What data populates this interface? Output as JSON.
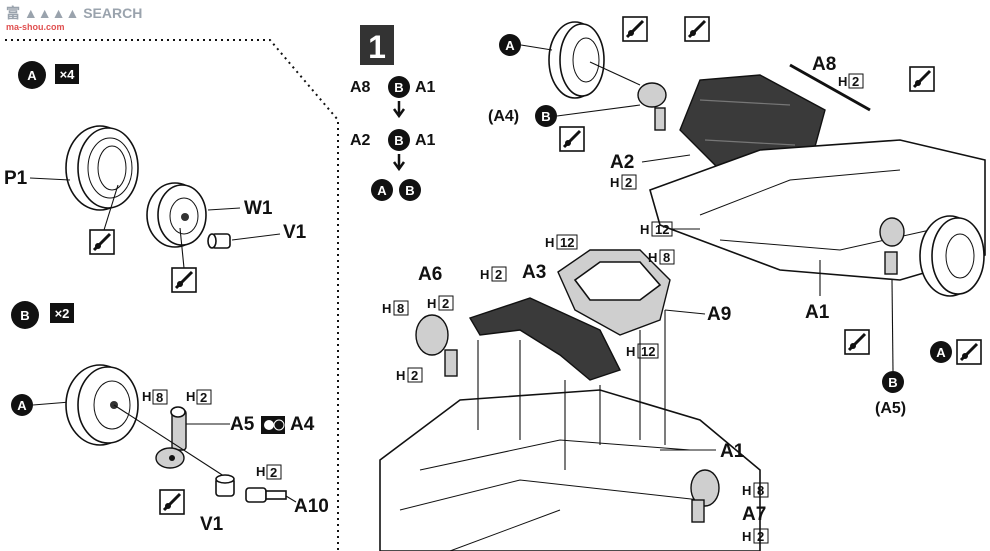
{
  "watermark": {
    "text": "富 ▲▲▲▲ SEARCH",
    "url": "ma-shou.com"
  },
  "diagram": {
    "sub_a": {
      "letter": "A",
      "qty": "×4",
      "tire": "P1",
      "wheel": "W1",
      "insert": "V1"
    },
    "sub_b": {
      "letter": "B",
      "qty": "×2",
      "wheel_ref": "A",
      "h8": "H",
      "h8_num": "8",
      "h2": "H",
      "h2_num": "2",
      "part_a5": "A5",
      "part_a4": "A4",
      "insert": "V1",
      "screw": "A10"
    },
    "step": {
      "number": "1",
      "seq1_left": "A8",
      "seq1_mid": "B",
      "seq1_right": "A1",
      "seq2_left": "A2",
      "seq2_mid": "B",
      "seq2_right": "A1",
      "seq3_a": "A",
      "seq3_b": "B"
    },
    "upper": {
      "a_ref": "A",
      "b_ref": "B",
      "a4_paren": "(A4)",
      "a5_paren": "(A5)",
      "a2": "A2",
      "a8": "A8",
      "a1": "A1",
      "h2": "H",
      "h2_num": "2",
      "h12": "H",
      "h12_num": "12"
    },
    "lower": {
      "a1": "A1",
      "a3": "A3",
      "a6": "A6",
      "a7": "A7",
      "a9": "A9",
      "h2": "H",
      "h2_num": "2",
      "h8": "H",
      "h8_num": "8",
      "h12": "H",
      "h12_num": "12"
    }
  }
}
